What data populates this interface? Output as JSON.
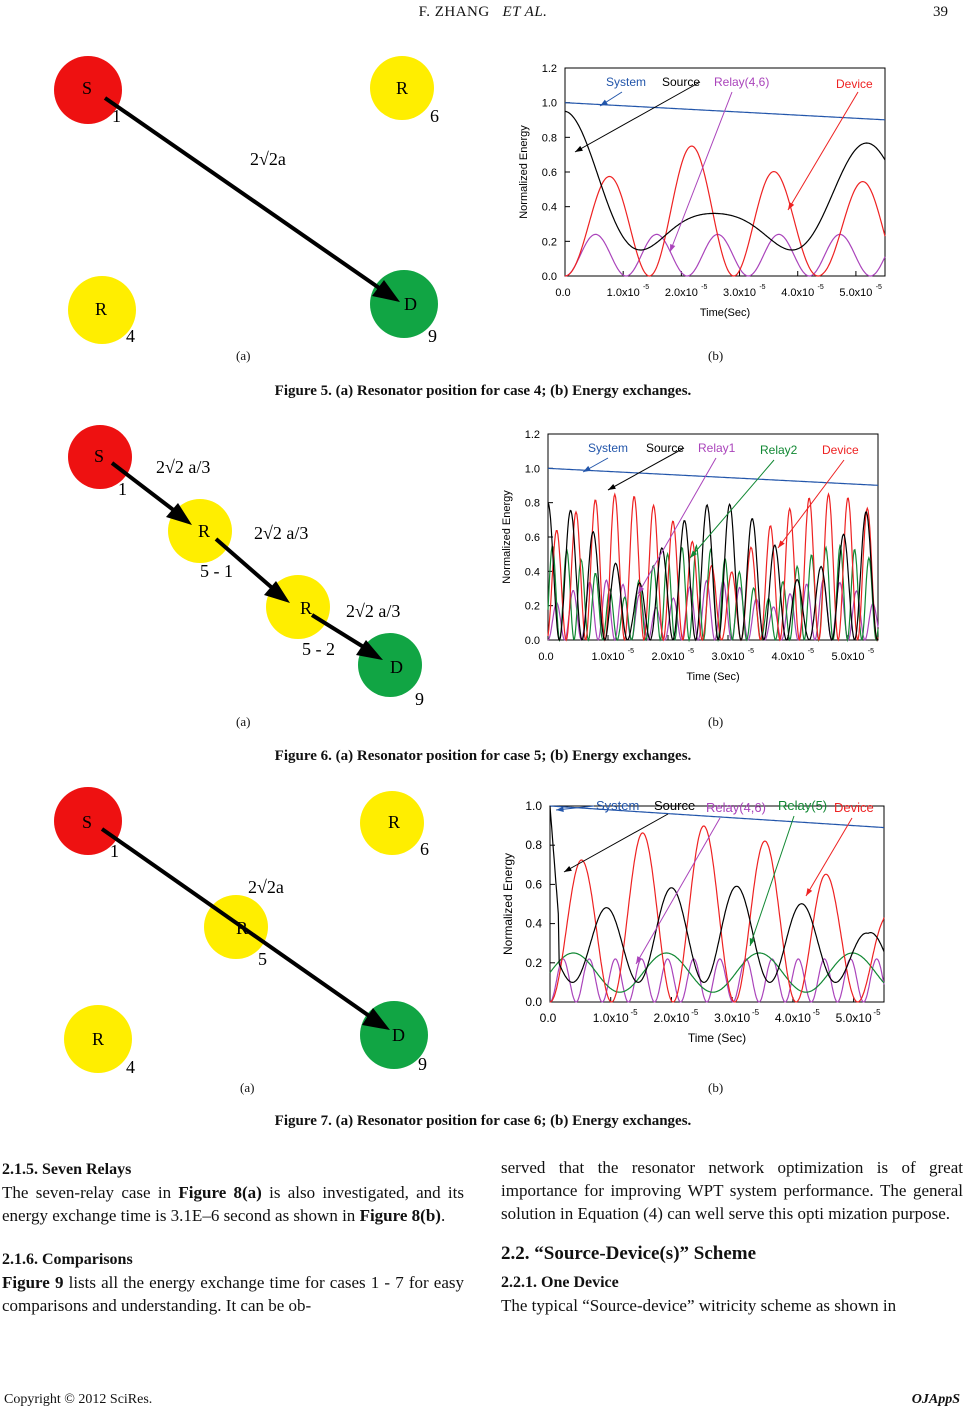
{
  "header": {
    "author": "F. ZHANG",
    "etal": "ET AL.",
    "page": "39"
  },
  "fig5": {
    "a_label": "(a)",
    "b_label": "(b)",
    "caption": "Figure 5. (a) Resonator position for case 4; (b) Energy exchanges.",
    "nodes": [
      {
        "letter": "S",
        "num": "1",
        "color": "#ee1111"
      },
      {
        "letter": "R",
        "num": "6",
        "color": "#ffee00"
      },
      {
        "letter": "R",
        "num": "4",
        "color": "#ffee00"
      },
      {
        "letter": "D",
        "num": "9",
        "color": "#11a544"
      }
    ],
    "distance": "2√2a",
    "chart": {
      "ylabel": "Normalized Energy",
      "xlabel": "Time(Sec)",
      "yticks": [
        "0.0",
        "0.2",
        "0.4",
        "0.6",
        "0.8",
        "1.0",
        "1.2"
      ],
      "xticks": [
        "0.0",
        "1.0x10",
        "2.0x10",
        "3.0x10",
        "4.0x10",
        "5.0x10"
      ],
      "exp": "-5",
      "legend": [
        {
          "name": "System",
          "color": "#2255aa"
        },
        {
          "name": "Source",
          "color": "#000000"
        },
        {
          "name": "Relay(4,6)",
          "color": "#aa44bb"
        },
        {
          "name": "Device",
          "color": "#ee2222"
        }
      ]
    }
  },
  "fig6": {
    "a_label": "(a)",
    "b_label": "(b)",
    "caption": "Figure 6. (a) Resonator position for case 5; (b) Energy exchanges.",
    "nodes": [
      {
        "letter": "S",
        "num": "1",
        "color": "#ee1111"
      },
      {
        "letter": "R",
        "num": "5 - 1",
        "color": "#ffee00"
      },
      {
        "letter": "R",
        "num": "5 - 2",
        "color": "#ffee00"
      },
      {
        "letter": "D",
        "num": "9",
        "color": "#11a544"
      }
    ],
    "distance": "2√2 a/3",
    "chart": {
      "ylabel": "Normalized Energy",
      "xlabel": "Time (Sec)",
      "yticks": [
        "0.0",
        "0.2",
        "0.4",
        "0.6",
        "0.8",
        "1.0",
        "1.2"
      ],
      "xticks": [
        "0.0",
        "1.0x10",
        "2.0x10",
        "3.0x10",
        "4.0x10",
        "5.0x10"
      ],
      "exp": "-5",
      "legend": [
        {
          "name": "System",
          "color": "#2255aa"
        },
        {
          "name": "Source",
          "color": "#000000"
        },
        {
          "name": "Relay1",
          "color": "#aa44bb"
        },
        {
          "name": "Relay2",
          "color": "#118833"
        },
        {
          "name": "Device",
          "color": "#ee2222"
        }
      ]
    }
  },
  "fig7": {
    "a_label": "(a)",
    "b_label": "(b)",
    "caption": "Figure 7. (a) Resonator position for case 6; (b) Energy exchanges.",
    "nodes": [
      {
        "letter": "S",
        "num": "1",
        "color": "#ee1111"
      },
      {
        "letter": "R",
        "num": "6",
        "color": "#ffee00"
      },
      {
        "letter": "R",
        "num": "5",
        "color": "#ffee00"
      },
      {
        "letter": "R",
        "num": "4",
        "color": "#ffee00"
      },
      {
        "letter": "D",
        "num": "9",
        "color": "#11a544"
      }
    ],
    "distance": "2√2a",
    "chart": {
      "ylabel": "Normalized Energy",
      "xlabel": "Time (Sec)",
      "yticks": [
        "0.0",
        "0.2",
        "0.4",
        "0.6",
        "0.8",
        "1.0"
      ],
      "xticks": [
        "0.0",
        "1.0x10",
        "2.0x10",
        "3.0x10",
        "4.0x10",
        "5.0x10"
      ],
      "exp": "-5",
      "legend": [
        {
          "name": "System",
          "color": "#2255aa"
        },
        {
          "name": "Source",
          "color": "#000000"
        },
        {
          "name": "Relay(4,6)",
          "color": "#aa44bb"
        },
        {
          "name": "Relay(5)",
          "color": "#118833"
        },
        {
          "name": "Device",
          "color": "#ee2222"
        }
      ]
    }
  },
  "text": {
    "s215": "2.1.5. Seven Relays",
    "p215a": "The seven-relay case in ",
    "p215ref1": "Figure 8(a)",
    "p215b": " is also investigated, and its energy exchange time is 3.1E–6 second as shown in ",
    "p215ref2": "Figure 8(b)",
    "p215c": ".",
    "s216": "2.1.6. Comparisons",
    "p216ref": "Figure 9",
    "p216": " lists all the energy exchange time for cases 1 - 7 for easy comparisons and understanding. It can be ob-",
    "pright": "served that the resonator network optimization is of great importance for improving WPT system performance. The general solution in Equation (4) can well serve this opti mization purpose.",
    "s22": "2.2. “Source-Device(s)” Scheme",
    "s221": "2.2.1. One Device",
    "p221": "The typical “Source-device” witricity scheme as shown in"
  },
  "footer": {
    "copyright": "Copyright © 2012 SciRes.",
    "journal": "OJAppS"
  }
}
